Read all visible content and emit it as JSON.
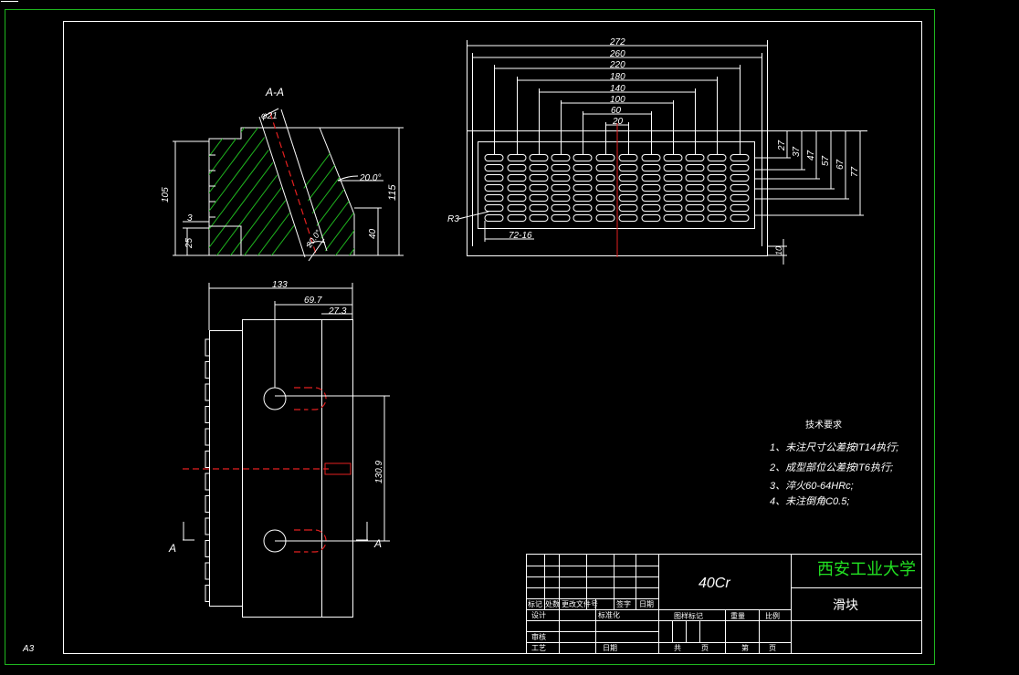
{
  "sheet": {
    "size_label": "A3"
  },
  "section_view": {
    "label": "A-A",
    "dims": {
      "bore_dia": "φ21",
      "angle_top": "20.0°",
      "angle_bottom": "20.0°",
      "height_105": "105",
      "height_115": "115",
      "offset_3": "3",
      "height_25": "25",
      "height_40": "40"
    }
  },
  "top_view": {
    "dims": {
      "w272": "272",
      "w260": "260",
      "w220": "220",
      "w180": "180",
      "w140": "140",
      "w100": "100",
      "w60": "60",
      "w20": "20",
      "h27": "27",
      "h37": "37",
      "h47": "47",
      "h57": "57",
      "h67": "67",
      "h77": "77",
      "h10": "10",
      "r3": "R3",
      "slot": "72-16"
    }
  },
  "front_view": {
    "dims": {
      "w133": "133",
      "w69_7": "69.7",
      "w27_3": "27.3",
      "h130_9": "130.9"
    },
    "section_mark_left": "A",
    "section_mark_right": "A"
  },
  "tech_requirements": {
    "title": "技术要求",
    "items": [
      "1、未注尺寸公差按IT14执行;",
      "2、成型部位公差按IT6执行;",
      "3、淬火60-64HRc;",
      "4、未注倒角C0.5;"
    ]
  },
  "title_block": {
    "material": "40Cr",
    "school": "西安工业大学",
    "part_name": "滑块",
    "rev_headers": [
      "标记",
      "处数",
      "更改文件号",
      "签字",
      "日期"
    ],
    "row_design": "设计",
    "row_standard": "标准化",
    "row_review": "审核",
    "row_process": "工艺",
    "row_date": "日期",
    "drawing_mark": "图样标记",
    "weight": "重量",
    "scale": "比例",
    "total": "共",
    "sheet": "页",
    "no": "第",
    "page": "页"
  },
  "colors": {
    "background": "#000000",
    "line": "#ffffff",
    "hatch": "#1fb61f",
    "center": "#e32020",
    "title_green": "#22e022"
  }
}
